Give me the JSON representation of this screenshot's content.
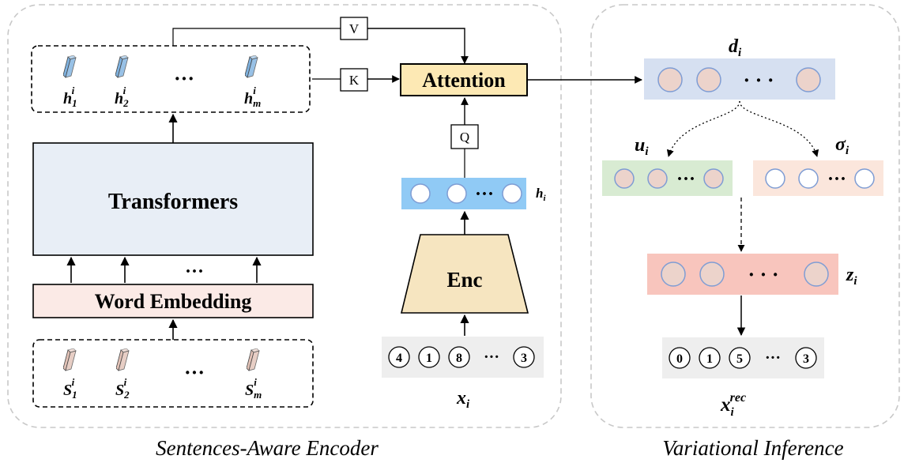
{
  "encoder_panel": {
    "caption": "Sentences-Aware Encoder",
    "hidden_states": [
      "h",
      "h",
      "h"
    ],
    "hidden_subs": [
      "1",
      "2",
      "m"
    ],
    "hidden_sup": "i",
    "sentences": [
      "S",
      "S",
      "S"
    ],
    "sentence_subs": [
      "1",
      "2",
      "m"
    ],
    "sentence_sup": "i",
    "ellipsis": "···",
    "transformers_label": "Transformers",
    "word_embedding_label": "Word Embedding",
    "v_label": "V",
    "k_label": "K",
    "q_label": "Q",
    "attention_label": "Attention",
    "h_label": "h",
    "h_sub": "i",
    "enc_label": "Enc",
    "tokens": [
      "4",
      "1",
      "8",
      "3"
    ],
    "token_ellipsis": "···",
    "x_label": "x",
    "x_sub": "i"
  },
  "variational_panel": {
    "caption": "Variational Inference",
    "d_label": "d",
    "d_sub": "i",
    "u_label": "u",
    "u_sub": "i",
    "sigma_label": "σ",
    "sigma_sub": "i",
    "z_label": "z",
    "z_sub": "i",
    "dots": "· · ·",
    "tight_dots": "···",
    "rec_tokens": [
      "0",
      "1",
      "5",
      "3"
    ],
    "rec_ellipsis": "···",
    "xrec_label": "x",
    "xrec_sub": "i",
    "xrec_sup": "rec"
  },
  "colors": {
    "panel_border": "#c8c8c8",
    "transformers_fill": "#e8eef6",
    "word_embedding_fill": "#fbeae6",
    "attention_fill": "#fde9b4",
    "enc_fill": "#f6e5c0",
    "h_vector_fill": "#90caf5",
    "d_vector_fill": "#d6e0f1",
    "u_vector_fill": "#d8ebd2",
    "sigma_vector_fill": "#fbe6dc",
    "z_vector_fill": "#f8c5bd",
    "token_bar_fill": "#eeeeee",
    "node_fill": "#ecd3cb",
    "node_stroke": "#7f9dd4",
    "hidden_icon": "#7fb2e0",
    "sentence_icon": "#e2c2b7"
  }
}
